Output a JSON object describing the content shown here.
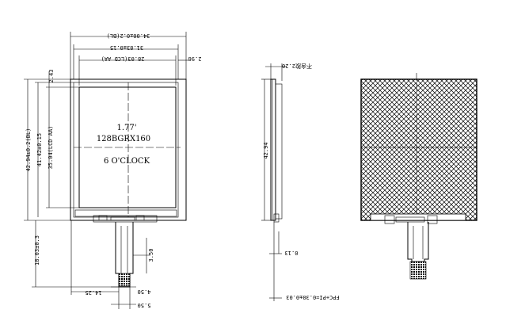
{
  "front_view": {
    "dims": {
      "bl_width": "34.00±0.2(BL)",
      "lcd_aa_outer": "31.83±0.15",
      "lcd_aa_width": "28.03(LCD AA)",
      "right_offset": "2.98",
      "top_offset": "2.43",
      "bl_height": "42.94±0.2(BL)",
      "outer_height": "41.42±0.15",
      "lcd_aa_height": "35.04(LCD AA)",
      "fpc_length": "18.03±0.3",
      "fpc_width": "3.50",
      "fpc_pos": "14.25",
      "fpc_gap": "4.50",
      "fpc_bottom": "5.50"
    },
    "center_text": {
      "size": "1.77'",
      "resolution": "128BGRX160",
      "view": "6 O'CLOCK"
    }
  },
  "side_view": {
    "dims": {
      "thickness_label": "不含胶2.20",
      "height": "42.94",
      "fpc_thickness": "0.13",
      "fpc_total": "FPC+PI=0.30±0.03"
    }
  }
}
